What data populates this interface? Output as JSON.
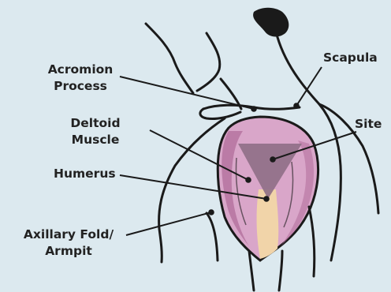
{
  "labels": {
    "acromion_line1": "Acromion",
    "acromion_line2": "Process",
    "deltoid_line1": "Deltoid",
    "deltoid_line2": "Muscle",
    "humerus": "Humerus",
    "axillary_line1": "Axillary Fold/",
    "axillary_line2": "Armpit",
    "scapula": "Scapula",
    "site": "Site"
  },
  "colors": {
    "background": "#dce9ef",
    "outline": "#1a1a1a",
    "deltoid_fill": "#d9a6c9",
    "deltoid_shade": "#b06c99",
    "injection_site": "#8e6f86",
    "humerus_bone": "#f1d4a9",
    "label_text": "#222222"
  }
}
